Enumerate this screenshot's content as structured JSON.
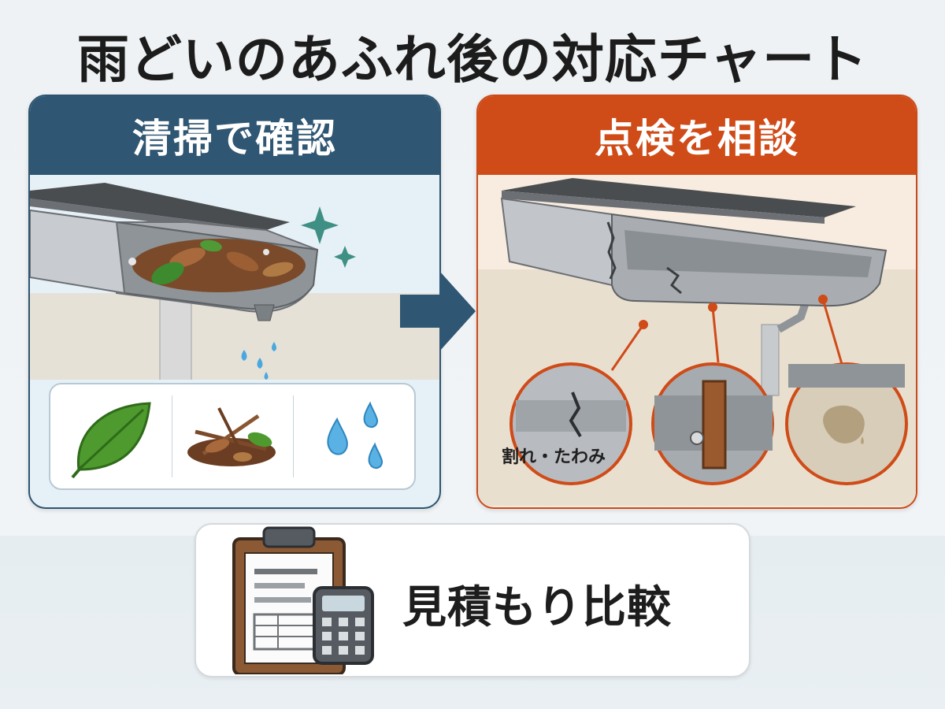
{
  "title": "雨どいのあふれ後の対応チャート",
  "left_panel": {
    "heading": "清掃で確認",
    "header_color": "#2f5672",
    "icons": [
      "leaf-icon",
      "debris-icon",
      "water-drops-icon"
    ]
  },
  "right_panel": {
    "heading": "点検を相談",
    "header_color": "#cf4b18",
    "callouts": [
      {
        "label": "割れ・たわみ",
        "icon": "crack-icon"
      },
      {
        "label": "",
        "icon": "rusty-bracket-icon"
      },
      {
        "label": "",
        "icon": "wall-stain-icon"
      }
    ]
  },
  "flow_arrow": "arrow-right-icon",
  "bottom": {
    "label": "見積もり比較",
    "icons": [
      "clipboard-icon",
      "calculator-icon"
    ]
  }
}
